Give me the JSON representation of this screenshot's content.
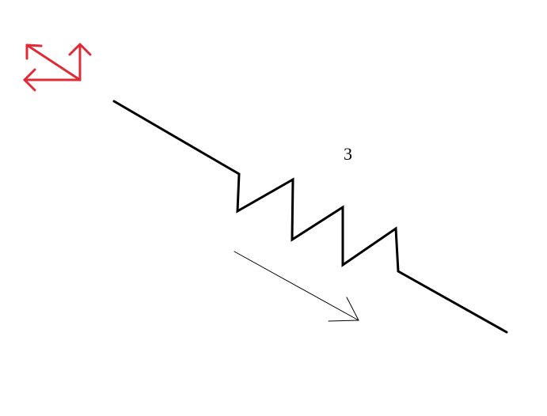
{
  "diagram": {
    "label": "3",
    "colors": {
      "spring_line": "#000000",
      "direction_arrow": "#000000",
      "axes_icon": "#e02a36",
      "background": "#ffffff"
    },
    "elements": [
      "axes-indicator-icon",
      "spring-wire",
      "direction-arrow"
    ]
  }
}
